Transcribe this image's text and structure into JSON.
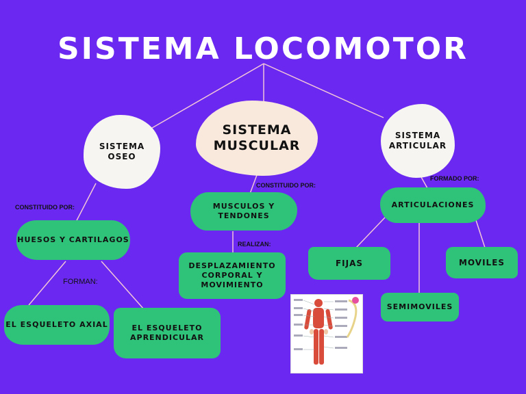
{
  "title": "SISTEMA LOCOMOTOR",
  "nodes": {
    "oseo": "SISTEMA\nOSEO",
    "muscular": "SISTEMA\nMUSCULAR",
    "articular": "SISTEMA\nARTICULAR",
    "huesos": "HUESOS Y CARTILAGOS",
    "musculos": "MUSCULOS Y TENDONES",
    "articulaciones": "ARTICULACIONES",
    "axial": "EL ESQUELETO AXIAL",
    "aprendicular": "EL ESQUELETO\nAPRENDICULAR",
    "desplazamiento": "DESPLAZAMIENTO\nCORPORAL Y MOVIMIENTO",
    "fijas": "FIJAS",
    "semimoviles": "SEMIMOVILES",
    "moviles": "MOVILES"
  },
  "labels": {
    "constituido_oseo": "CONSTITUIDO POR:",
    "constituido_muscular": "CONSTITUIDO POR:",
    "formado": "FORMADO POR:",
    "forman": "FORMAN:",
    "realizan": "REALIZAN:"
  },
  "colors": {
    "background": "#6a28f0",
    "green_node": "#2fc279",
    "white_node": "#f6f5f1",
    "cream_node": "#f9e9dc",
    "connector": "#f3c6d8"
  }
}
